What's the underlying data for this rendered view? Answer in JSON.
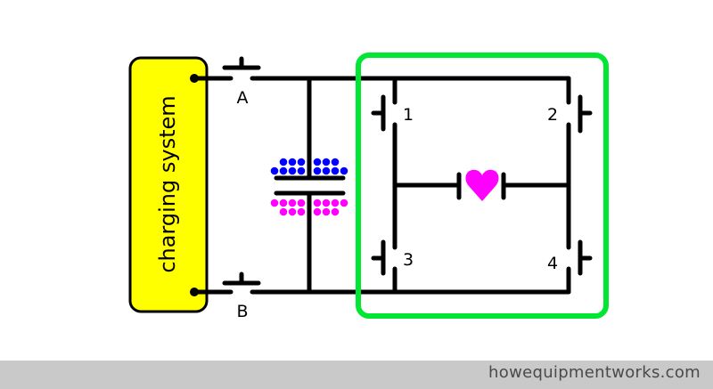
{
  "diagram": {
    "charging_label": "charging system",
    "switch_labels": {
      "a": "A",
      "b": "B",
      "s1": "1",
      "s2": "2",
      "s3": "3",
      "s4": "4"
    },
    "colors": {
      "charging_box": "#ffff00",
      "frame": "#00e632",
      "heart": "#ff00ff",
      "positive_charge": "#0000ff",
      "negative_charge": "#ff00ff"
    }
  },
  "footer": {
    "site": "howequipmentworks.com"
  }
}
